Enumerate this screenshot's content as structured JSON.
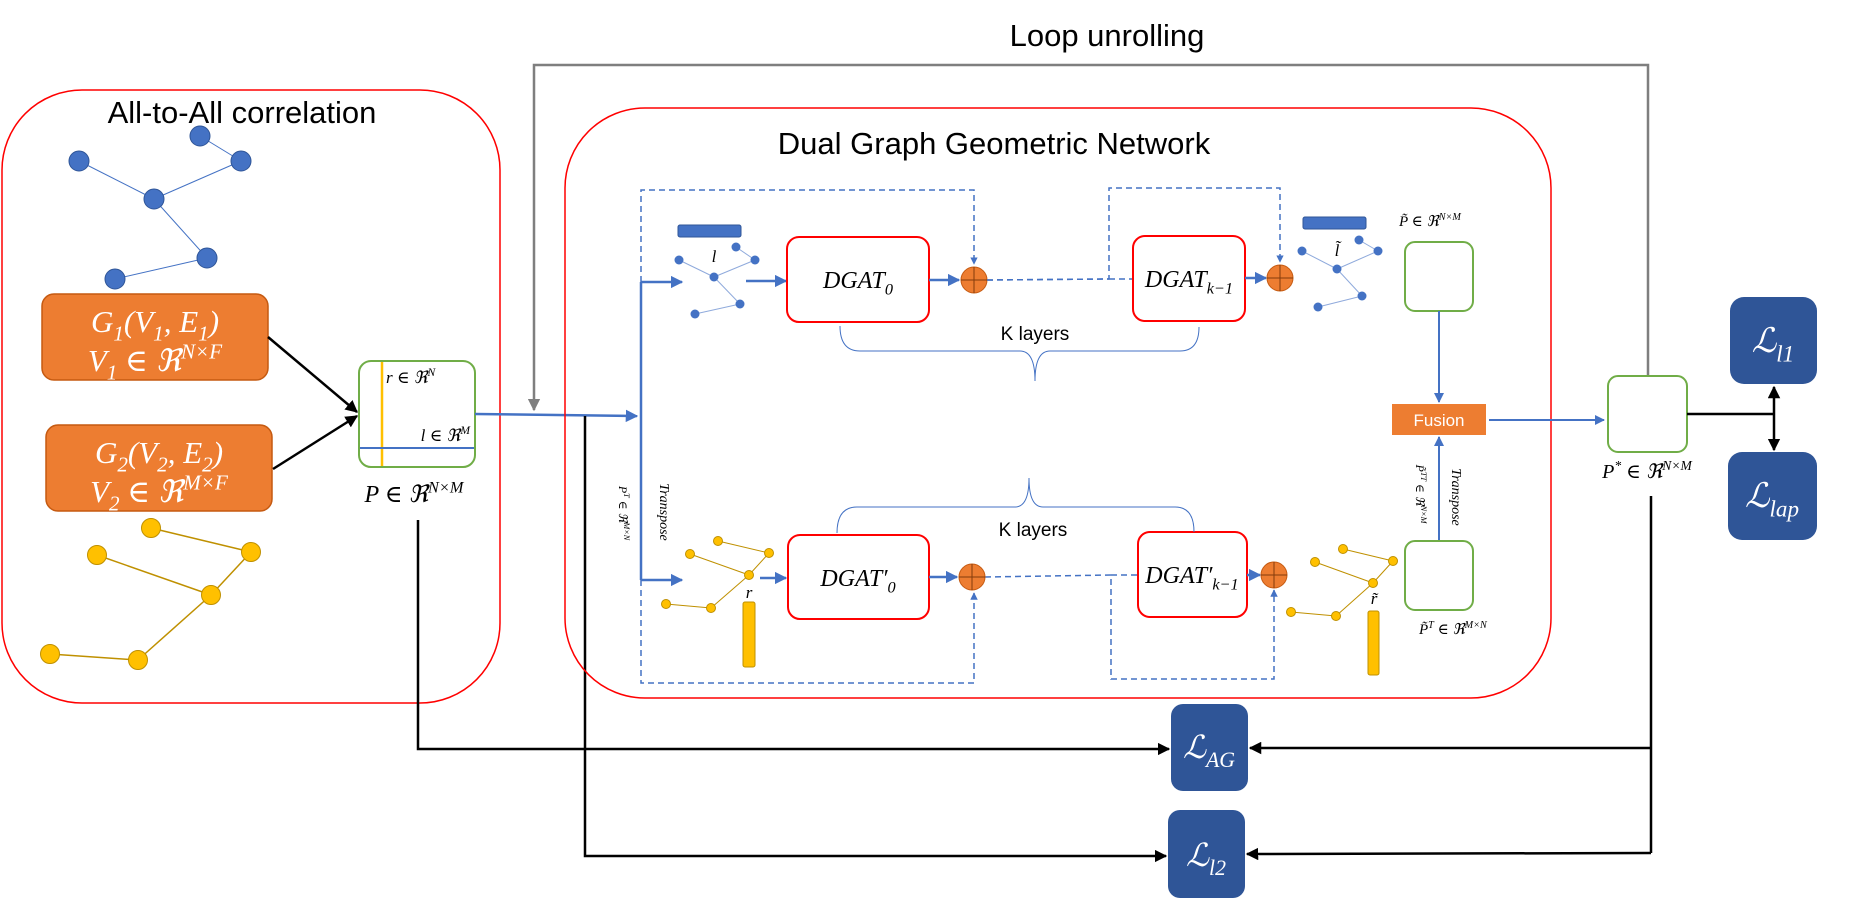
{
  "titles": {
    "all_to_all": "All-to-All correlation",
    "dggn": "Dual Graph Geometric Network",
    "loop": "Loop unrolling"
  },
  "graph1": {
    "line1": [
      "G",
      [
        "1",
        "sub"
      ],
      "(V",
      [
        "1",
        "sub"
      ],
      ", E",
      [
        "1",
        "sub"
      ],
      ")"
    ],
    "line2": [
      "V",
      [
        "1",
        "sub"
      ],
      " ∈ ℜ",
      [
        "N×F",
        "sup"
      ]
    ]
  },
  "graph2": {
    "line1": [
      "G",
      [
        "2",
        "sub"
      ],
      "(V",
      [
        "2",
        "sub"
      ],
      ", E",
      [
        "2",
        "sub"
      ],
      ")"
    ],
    "line2": [
      "V",
      [
        "2",
        "sub"
      ],
      " ∈ ℜ",
      [
        "M×F",
        "sup"
      ]
    ]
  },
  "matrix_p": {
    "r_label": [
      "r ∈ ℜ",
      [
        "N",
        "sup"
      ]
    ],
    "l_label": [
      "l ∈ ℜ",
      [
        "M",
        "sup"
      ]
    ],
    "caption": [
      "P ∈ ℜ",
      [
        "N×M",
        "sup"
      ]
    ]
  },
  "transpose_left": {
    "pt": [
      "P",
      [
        "T",
        "sup"
      ],
      " ∈ ℜ",
      [
        "M×N",
        "sup"
      ]
    ],
    "label": "Transpose"
  },
  "branch_top": {
    "node_label": "l",
    "dgat_first": [
      "DGAT",
      [
        "0",
        "sub"
      ]
    ],
    "dgat_last": [
      "DGAT",
      [
        "k−1",
        "sub"
      ]
    ],
    "k_layers": "K layers",
    "out_label": "l̃",
    "p_tilde": [
      "P̃ ∈ ℜ",
      [
        "N×M",
        "sup"
      ]
    ]
  },
  "branch_bottom": {
    "node_label": "r",
    "dgat_first": [
      "DGAT′",
      [
        "0",
        "sub"
      ]
    ],
    "dgat_last": [
      "DGAT′",
      [
        "k−1",
        "sub"
      ]
    ],
    "k_layers": "K layers",
    "out_label": "r̃",
    "pt_tilde": [
      "P̃",
      [
        "T",
        "sup"
      ],
      " ∈ ℜ",
      [
        "M×N",
        "sup"
      ]
    ]
  },
  "fusion": {
    "label": "Fusion",
    "pt_rot": [
      "P̃",
      [
        "T",
        "sup"
      ],
      [
        "T",
        "sup"
      ],
      " ∈ ℜ",
      [
        "N×M",
        "sup"
      ]
    ],
    "transpose": "Transpose"
  },
  "output": {
    "caption": [
      "P",
      [
        "*",
        "sup"
      ],
      " ∈ ℜ",
      [
        "N×M",
        "sup"
      ]
    ]
  },
  "losses": {
    "l1": [
      "ℒ",
      [
        "l1",
        "sub"
      ]
    ],
    "lap": [
      "ℒ",
      [
        "lap",
        "sub"
      ]
    ],
    "ag": [
      "ℒ",
      [
        "AG",
        "sub"
      ]
    ],
    "l2": [
      "ℒ",
      [
        "l2",
        "sub"
      ]
    ]
  },
  "colors": {
    "red": "#FF0000",
    "green": "#70AD47",
    "blue": "#4472C4",
    "orange": "#ED7D31",
    "yellow": "#FFC000",
    "navy": "#2F5597",
    "gray": "#7F7F7F"
  }
}
